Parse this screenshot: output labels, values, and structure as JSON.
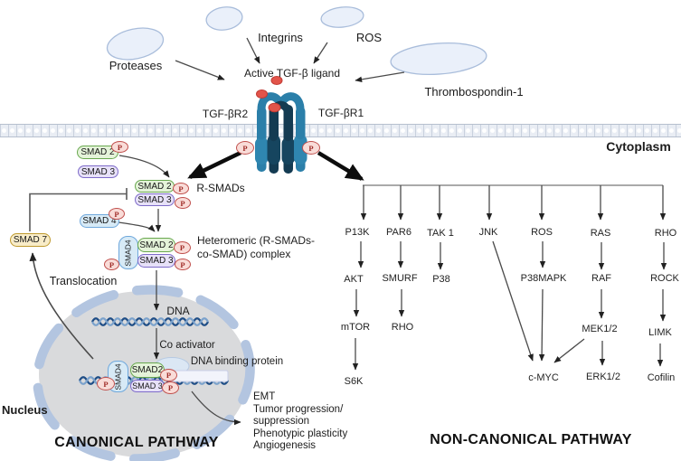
{
  "phosphate": "P",
  "extracellular": {
    "stimuli": {
      "proteases": "Proteases",
      "integrins": "Integrins",
      "ros": "ROS",
      "thrombospondin": "Thrombospondin-1"
    },
    "ligand": "Active TGF-β ligand",
    "receptor_left": "TGF-βR2",
    "receptor_right": "TGF-βR1",
    "cytoplasm": "Cytoplasm"
  },
  "canonical": {
    "title": "CANONICAL PATHWAY",
    "nucleus": "Nucleus",
    "smad2": "SMAD 2",
    "smad3": "SMAD 3",
    "smad4": "SMAD 4",
    "smad7": "SMAD 7",
    "smad4_vertical": "SMAD4",
    "smad2_nuclear": "SMAD2",
    "r_smads": "R-SMADs",
    "heteromeric_line1": "Heteromeric (R-SMADs-",
    "heteromeric_line2": "co-SMAD) complex",
    "translocation": "Translocation",
    "dna": "DNA",
    "co_activator": "Co activator",
    "dna_binding_protein": "DNA binding protein",
    "outcomes": [
      "EMT",
      "Tumor progression/",
      "suppression",
      "Phenotypic plasticity",
      "Angiogenesis"
    ]
  },
  "noncanonical": {
    "title": "NON-CANONICAL PATHWAY",
    "row1": [
      "P13K",
      "PAR6",
      "TAK 1",
      "JNK",
      "ROS",
      "RAS",
      "RHO"
    ],
    "row2": [
      "AKT",
      "SMURF",
      "P38",
      "P38MAPK",
      "RAF",
      "ROCK"
    ],
    "row3": [
      "mTOR",
      "RHO",
      "MEK1/2",
      "LIMK"
    ],
    "row4": [
      "S6K",
      "ERK1/2",
      "Cofilin"
    ],
    "cmyc": "c-MYC"
  }
}
